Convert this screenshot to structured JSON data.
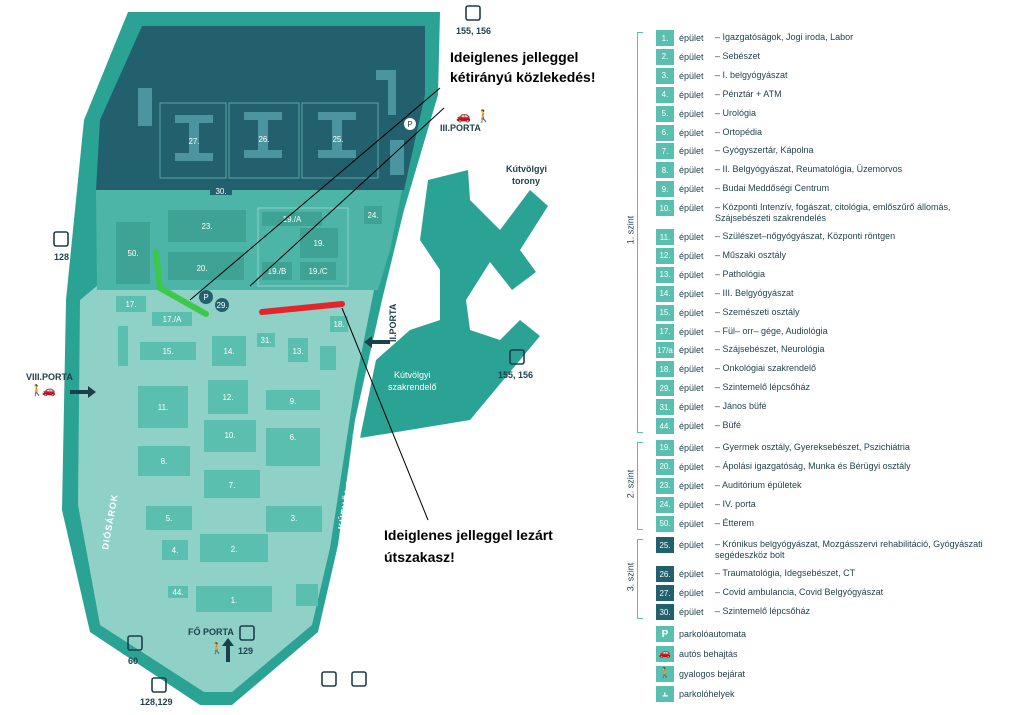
{
  "annotations": {
    "two_way_line1": "Ideiglenes jelleggel",
    "two_way_line2": "kétirányú közlekedés!",
    "closed_line1": "Ideiglenes jelleggel lezárt",
    "closed_line2": "útszakasz!"
  },
  "map": {
    "gates": {
      "iii_porta": "III.PORTA",
      "ii_porta": "II.PORTA",
      "viii_porta": "VIII.PORTA",
      "fo_porta": "FŐ PORTA"
    },
    "roads": {
      "diosarok": "DIÓSÁROK",
      "kutvolgyi_lejto": "KÚTVÖLGYI LEJTŐ"
    },
    "places": {
      "kutvolgyi_torony_1": "Kútvölgyi",
      "kutvolgyi_torony_2": "torony",
      "kutvolgyi_szak_1": "Kútvölgyi",
      "kutvolgyi_szak_2": "szakrendelő"
    },
    "transit": {
      "top_right": "155, 156",
      "left": "128",
      "right_mid": "155, 156",
      "bottom_left_tram": "60",
      "bottom_left_bus": "128,129",
      "fo_porta_bus": "129"
    },
    "buildings": {
      "b27": "27.",
      "b26": "26.",
      "b25": "25.",
      "b30": "30.",
      "b24": "24.",
      "b23": "23.",
      "b19a": "19./A",
      "b19": "19.",
      "b19b": "19./B",
      "b19c": "19./C",
      "b50": "50.",
      "b20": "20.",
      "b29": "29.",
      "b17": "17.",
      "b17a": "17./A",
      "b18": "18.",
      "b15": "15.",
      "b14": "14.",
      "b31": "31.",
      "b13": "13.",
      "b11": "11.",
      "b12": "12.",
      "b9": "9.",
      "b10": "10.",
      "b6": "6.",
      "b8": "8.",
      "b7": "7.",
      "b5": "5.",
      "b3": "3.",
      "b4": "4.",
      "b2": "2.",
      "b44": "44.",
      "b1": "1.",
      "parking": "P"
    },
    "colors": {
      "level1": "#8fd0c7",
      "level2": "#4db5a7",
      "level3": "#22606d",
      "border": "#2aa394",
      "two_way": "#3cc84a",
      "closed": "#e3242b"
    }
  },
  "legend": {
    "word": "épület",
    "groups": [
      {
        "level": "1. szint",
        "items": [
          {
            "num": "1.",
            "desc": "– Igazgatóságok, Jogi iroda, Labor"
          },
          {
            "num": "2.",
            "desc": "– Sebészet"
          },
          {
            "num": "3.",
            "desc": "– I. belgyógyászat"
          },
          {
            "num": "4.",
            "desc": "– Pénztár + ATM"
          },
          {
            "num": "5.",
            "desc": "– Urológia"
          },
          {
            "num": "6.",
            "desc": "– Ortopédia"
          },
          {
            "num": "7.",
            "desc": "– Gyógyszertár, Kápolna"
          },
          {
            "num": "8.",
            "desc": "– II. Belgyógyászat, Reumatológia, Üzemorvos"
          },
          {
            "num": "9.",
            "desc": "– Budai Meddőségi Centrum"
          },
          {
            "num": "10.",
            "desc": "– Központi Intenzív, fogászat, citológia, emlőszűrő állomás, Szájsebészeti szakrendelés"
          },
          {
            "num": "11.",
            "desc": "– Szülészet–nőgyógyászat, Központi röntgen"
          },
          {
            "num": "12.",
            "desc": "– Műszaki osztály"
          },
          {
            "num": "13.",
            "desc": "– Pathológia"
          },
          {
            "num": "14.",
            "desc": "– III. Belgyógyászat"
          },
          {
            "num": "15.",
            "desc": "– Szemészeti osztály"
          },
          {
            "num": "17.",
            "desc": "– Fül– orr– gége, Audiológia"
          },
          {
            "num": "17/a",
            "desc": "– Szájsebészet, Neurológia"
          },
          {
            "num": "18.",
            "desc": "– Onkológiai szakrendelő"
          },
          {
            "num": "29.",
            "desc": "– Szintemelő lépcsőház"
          },
          {
            "num": "31.",
            "desc": "– János büfé"
          },
          {
            "num": "44.",
            "desc": "– Büfé"
          }
        ]
      },
      {
        "level": "2. szint",
        "items": [
          {
            "num": "19.",
            "desc": "– Gyermek osztály, Gyereksebészet, Pszichiátria"
          },
          {
            "num": "20.",
            "desc": "– Ápolási igazgatóság, Munka és Bérügyi osztály"
          },
          {
            "num": "23.",
            "desc": "– Auditórium épületek"
          },
          {
            "num": "24.",
            "desc": "– IV. porta"
          },
          {
            "num": "50.",
            "desc": "– Étterem"
          }
        ]
      },
      {
        "level": "3. szint",
        "items": [
          {
            "num": "25.",
            "desc": "– Krónikus belgyógyászat, Mozgásszervi rehabilitáció, Gyógyászati segédeszköz bolt"
          },
          {
            "num": "26.",
            "desc": "– Traumatológia, Idegsebészet, CT"
          },
          {
            "num": "27.",
            "desc": "– Covid ambulancia, Covid Belgyógyászat"
          },
          {
            "num": "30.",
            "desc": "– Szintemelő lépcsőház"
          }
        ]
      }
    ],
    "symbols": [
      {
        "icon": "parking-machine-icon",
        "glyph": "P",
        "label": "parkolóautomata"
      },
      {
        "icon": "car-icon",
        "glyph": "🚗",
        "label": "autós behajtás"
      },
      {
        "icon": "pedestrian-icon",
        "glyph": "🚶",
        "label": "gyalogos bejárat"
      },
      {
        "icon": "parking-spot-icon",
        "glyph": "⫠",
        "label": "parkolóhelyek"
      }
    ]
  }
}
